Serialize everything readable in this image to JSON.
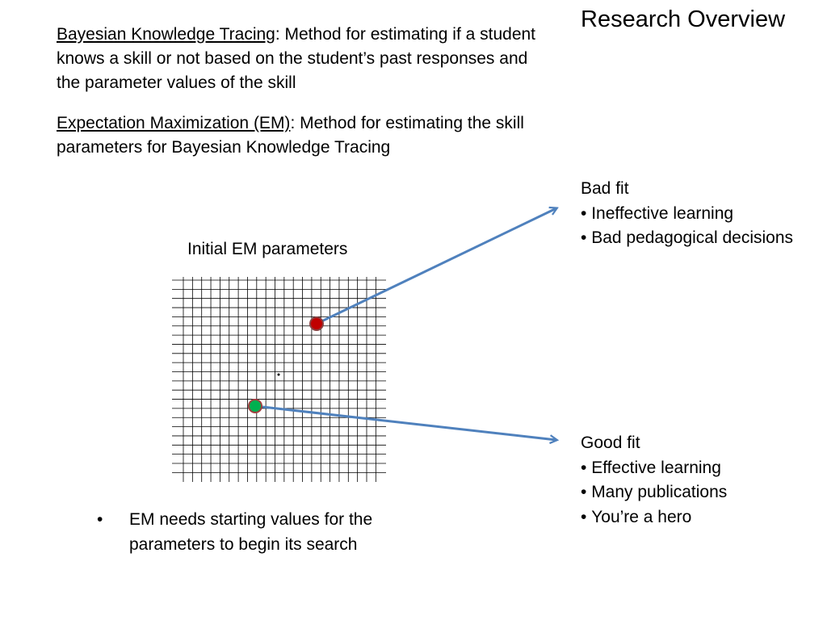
{
  "slide": {
    "title": "Research Overview"
  },
  "definitions": [
    {
      "term": "Bayesian Knowledge Tracing",
      "text": ": Method for estimating if a student knows a skill or not based on the student’s past responses and the parameter values of the skill"
    },
    {
      "term": "Expectation Maximization (EM)",
      "text": ": Method for estimating the skill parameters for Bayesian Knowledge Tracing"
    }
  ],
  "grid": {
    "label": "Initial EM parameters",
    "line_color": "#000000"
  },
  "points": {
    "bad": {
      "fill": "#c00000",
      "stroke": "#8b4040"
    },
    "good": {
      "fill": "#00b050",
      "stroke": "#a04040"
    }
  },
  "arrow_color": "#4f81bd",
  "outcomes": {
    "bad": {
      "heading": "Bad fit",
      "items": [
        "Ineffective learning",
        "Bad pedagogical decisions"
      ]
    },
    "good": {
      "heading": "Good fit",
      "items": [
        "Effective learning",
        "Many publications",
        "You’re a hero"
      ]
    }
  },
  "note": {
    "bullet": "•",
    "text": "EM needs starting values for the parameters to begin its search"
  }
}
